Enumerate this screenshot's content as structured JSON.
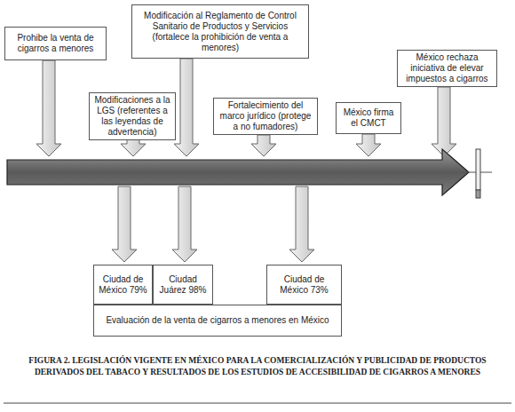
{
  "diagram": {
    "caption": "FIGURA 2. LEGISLACIÓN VIGENTE EN MÉXICO PARA LA COMERCIALIZACIÓN Y PUBLICIDAD DE PRODUCTOS DERIVADOS DEL TABACO Y RESULTADOS DE LOS ESTUDIOS DE ACCESIBILIDAD DE CIGARROS A MENORES",
    "nodes": [
      {
        "text": [
          "Prohibe la venta de cigarros a menores"
        ]
      },
      {
        "text": [
          "Modificaciones a la LGS (referentes a las leyendas de advertencia)"
        ]
      },
      {
        "text": [
          "Modificación al Reglamento de Control Sanitario de Productos y Servicios (fortalece la prohibición de venta a menores)"
        ]
      },
      {
        "text": [
          "Fortalecimiento del marco jurídico (protege a no fumadores)"
        ]
      },
      {
        "text": [
          "México firma el CMCT"
        ]
      },
      {
        "text": [
          "México rechaza iniciativa de elevar impuestos a cigarros"
        ]
      },
      {
        "text": [
          "Ciudad de México 79%"
        ]
      },
      {
        "text": [
          "Ciudad Juárez 98%"
        ]
      },
      {
        "text": [
          "Ciudad de México 73%"
        ]
      },
      {
        "text": [
          "Evaluación de la venta de cigarros a menores en México"
        ]
      }
    ]
  }
}
